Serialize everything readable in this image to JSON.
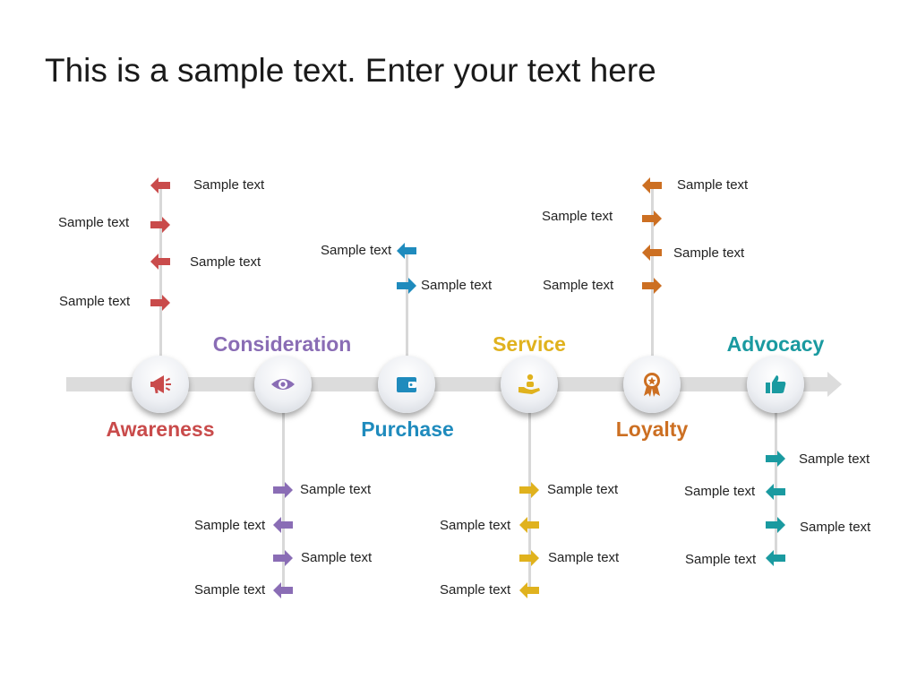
{
  "title": "This is a sample text. Enter your text here",
  "colors": {
    "awareness": "#c94b4b",
    "consideration": "#8a6db5",
    "purchase": "#1f8bbd",
    "service": "#e0b21e",
    "loyalty": "#cc6f22",
    "advocacy": "#1a9aa0",
    "axis": "#dcdcdc"
  },
  "stages": [
    {
      "name": "Awareness",
      "icon": "megaphone-icon"
    },
    {
      "name": "Consideration",
      "icon": "eye-icon"
    },
    {
      "name": "Purchase",
      "icon": "wallet-icon"
    },
    {
      "name": "Service",
      "icon": "hand-service-icon"
    },
    {
      "name": "Loyalty",
      "icon": "award-ribbon-icon"
    },
    {
      "name": "Advocacy",
      "icon": "thumbs-up-icon"
    }
  ],
  "branch_text": "Sample text"
}
